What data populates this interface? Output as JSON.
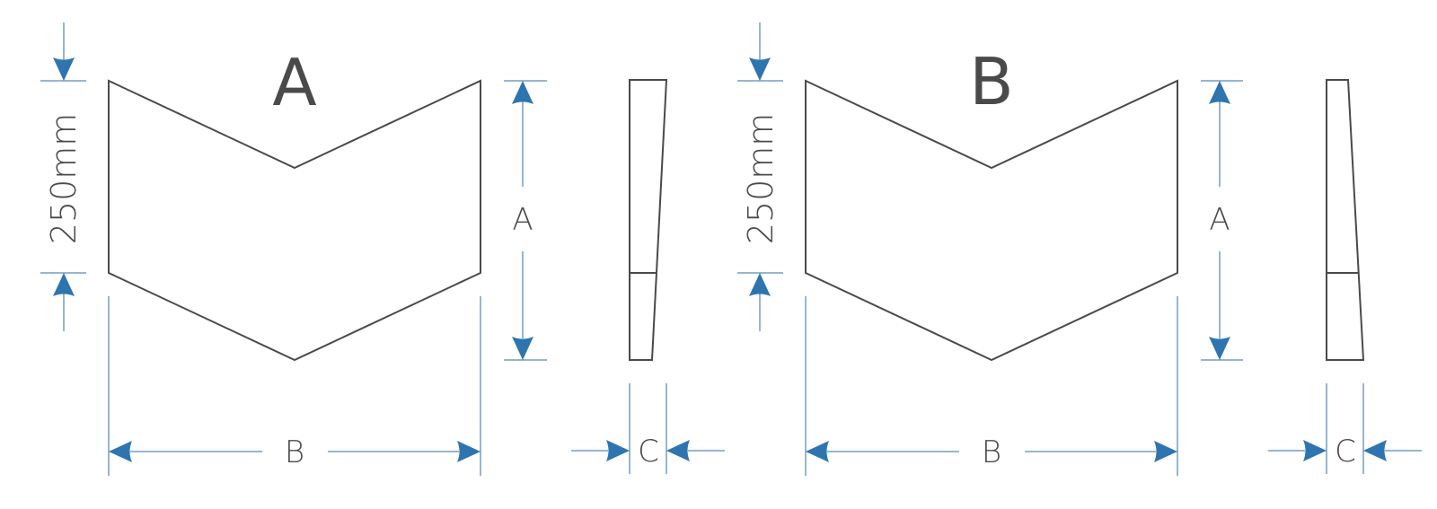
{
  "panels": [
    {
      "title": "A",
      "height_label": "250mm",
      "dim_height_label": "A",
      "dim_width_label": "B",
      "dim_thickness_label": "C",
      "side_taper": "bottom"
    },
    {
      "title": "B",
      "height_label": "250mm",
      "dim_height_label": "A",
      "dim_width_label": "B",
      "dim_thickness_label": "C",
      "side_taper": "top"
    }
  ],
  "colors": {
    "outline": "#4a4a4a",
    "dimension": "#2e75b0"
  }
}
